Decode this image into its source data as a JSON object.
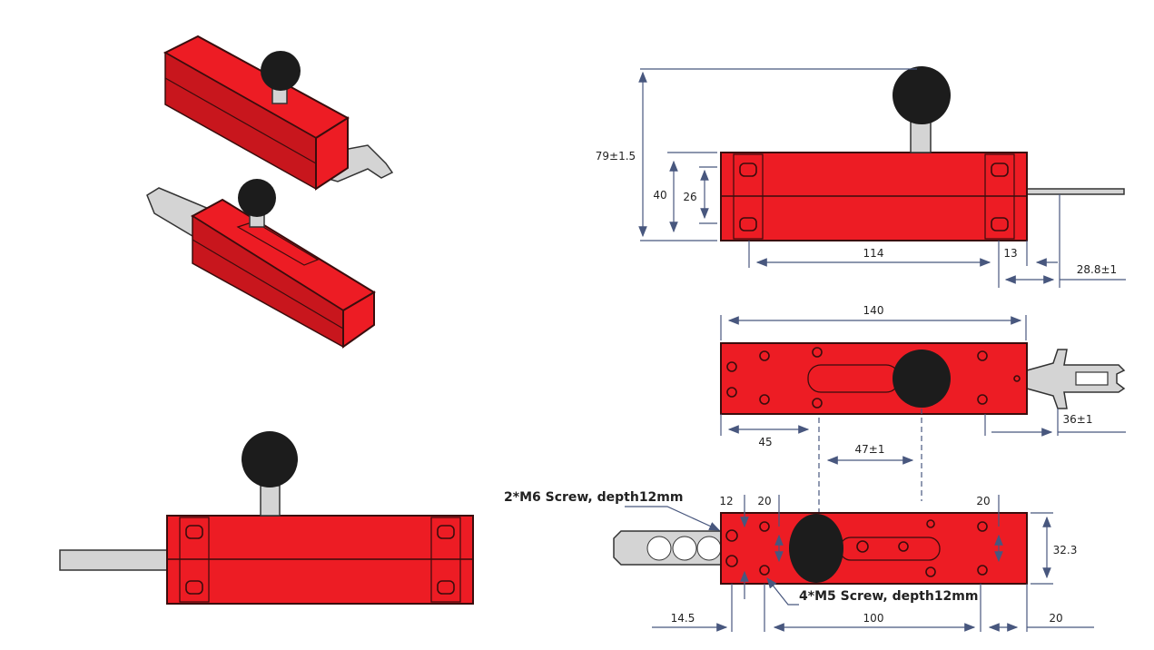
{
  "colors": {
    "body": "#ED1C24",
    "dimension": "#48577e",
    "knob": "#1c1c1c",
    "key": "#d4d4d4"
  },
  "front_view": {
    "height_total": "79±1.5",
    "height_body": "40",
    "height_holes": "26",
    "hole_spacing": "114",
    "end_offset": "13",
    "key_extension": "28.8±1"
  },
  "top_view": {
    "length": "140",
    "knob_offset": "45",
    "knob_travel": "47±1",
    "key_length": "36±1"
  },
  "bottom_view": {
    "m6_callout": "2*M6 Screw, depth12mm",
    "m5_callout": "4*M5 Screw, depth12mm",
    "m6_offset": "12",
    "left_hole_offset": "20",
    "right_hole_offset": "20",
    "width": "32.3",
    "key_offset": "14.5",
    "hole_spacing": "100",
    "end_offset": "20"
  }
}
